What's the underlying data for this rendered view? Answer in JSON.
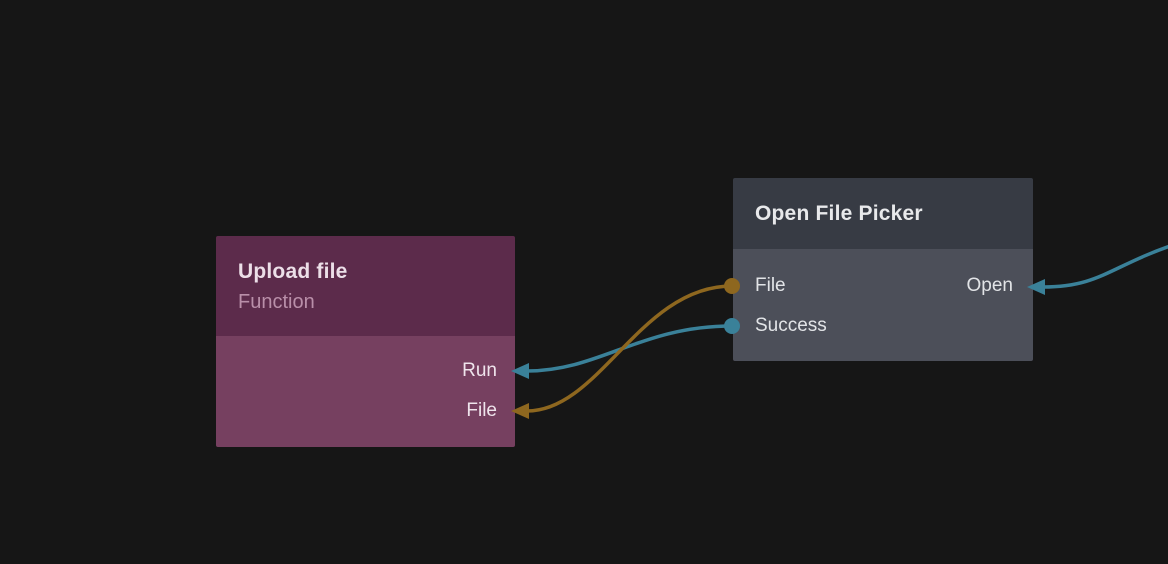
{
  "canvas": {
    "background": "#161616"
  },
  "colors": {
    "wire_gold": "#8e671f",
    "wire_teal": "#3a8199",
    "upload_header_bg": "#5c2b4b",
    "upload_body_bg": "#764060",
    "upload_title": "#ecdfe8",
    "upload_subtitle": "#b98fa9",
    "upload_port_label": "#efe4ec",
    "picker_header_bg": "#373b44",
    "picker_body_bg": "#4c4f59",
    "picker_title": "#e8e9eb",
    "picker_port_label": "#e2e4e7"
  },
  "nodes": {
    "upload": {
      "title": "Upload file",
      "subtitle": "Function",
      "inputs": [
        {
          "label": "Run",
          "wire_color": "teal"
        },
        {
          "label": "File",
          "wire_color": "gold"
        }
      ]
    },
    "picker": {
      "title": "Open File Picker",
      "left_ports": [
        {
          "label": "File",
          "dot_color": "gold"
        },
        {
          "label": "Success",
          "dot_color": "teal"
        }
      ],
      "right_ports": [
        {
          "label": "Open",
          "wire_color": "teal"
        }
      ]
    }
  },
  "wires": [
    {
      "name": "wire-file-to-file",
      "from": "Open File Picker / File",
      "to": "Upload file / File",
      "color": "gold"
    },
    {
      "name": "wire-success-to-run",
      "from": "Open File Picker / Success",
      "to": "Upload file / Run",
      "color": "teal"
    },
    {
      "name": "wire-offscreen-to-open",
      "from": "offscreen-right",
      "to": "Open File Picker / Open",
      "color": "teal"
    }
  ]
}
